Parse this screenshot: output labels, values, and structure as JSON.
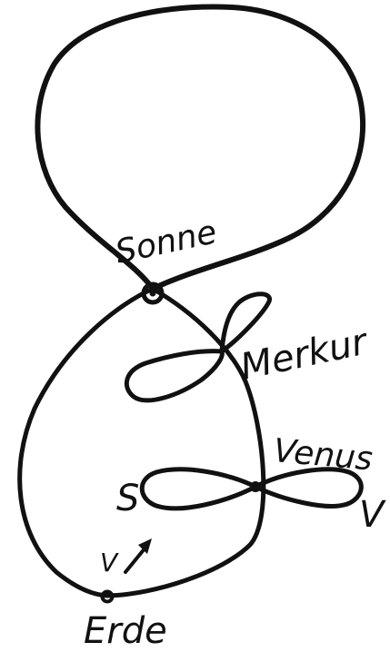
{
  "labels": {
    "sun": "Sonne",
    "mercury": "Merkur",
    "venus": "Venus",
    "earth": "Erde",
    "left_marker": "S",
    "right_marker": "V",
    "velocity": "V"
  },
  "colors": {
    "ink": "#111111",
    "background": "#ffffff"
  }
}
